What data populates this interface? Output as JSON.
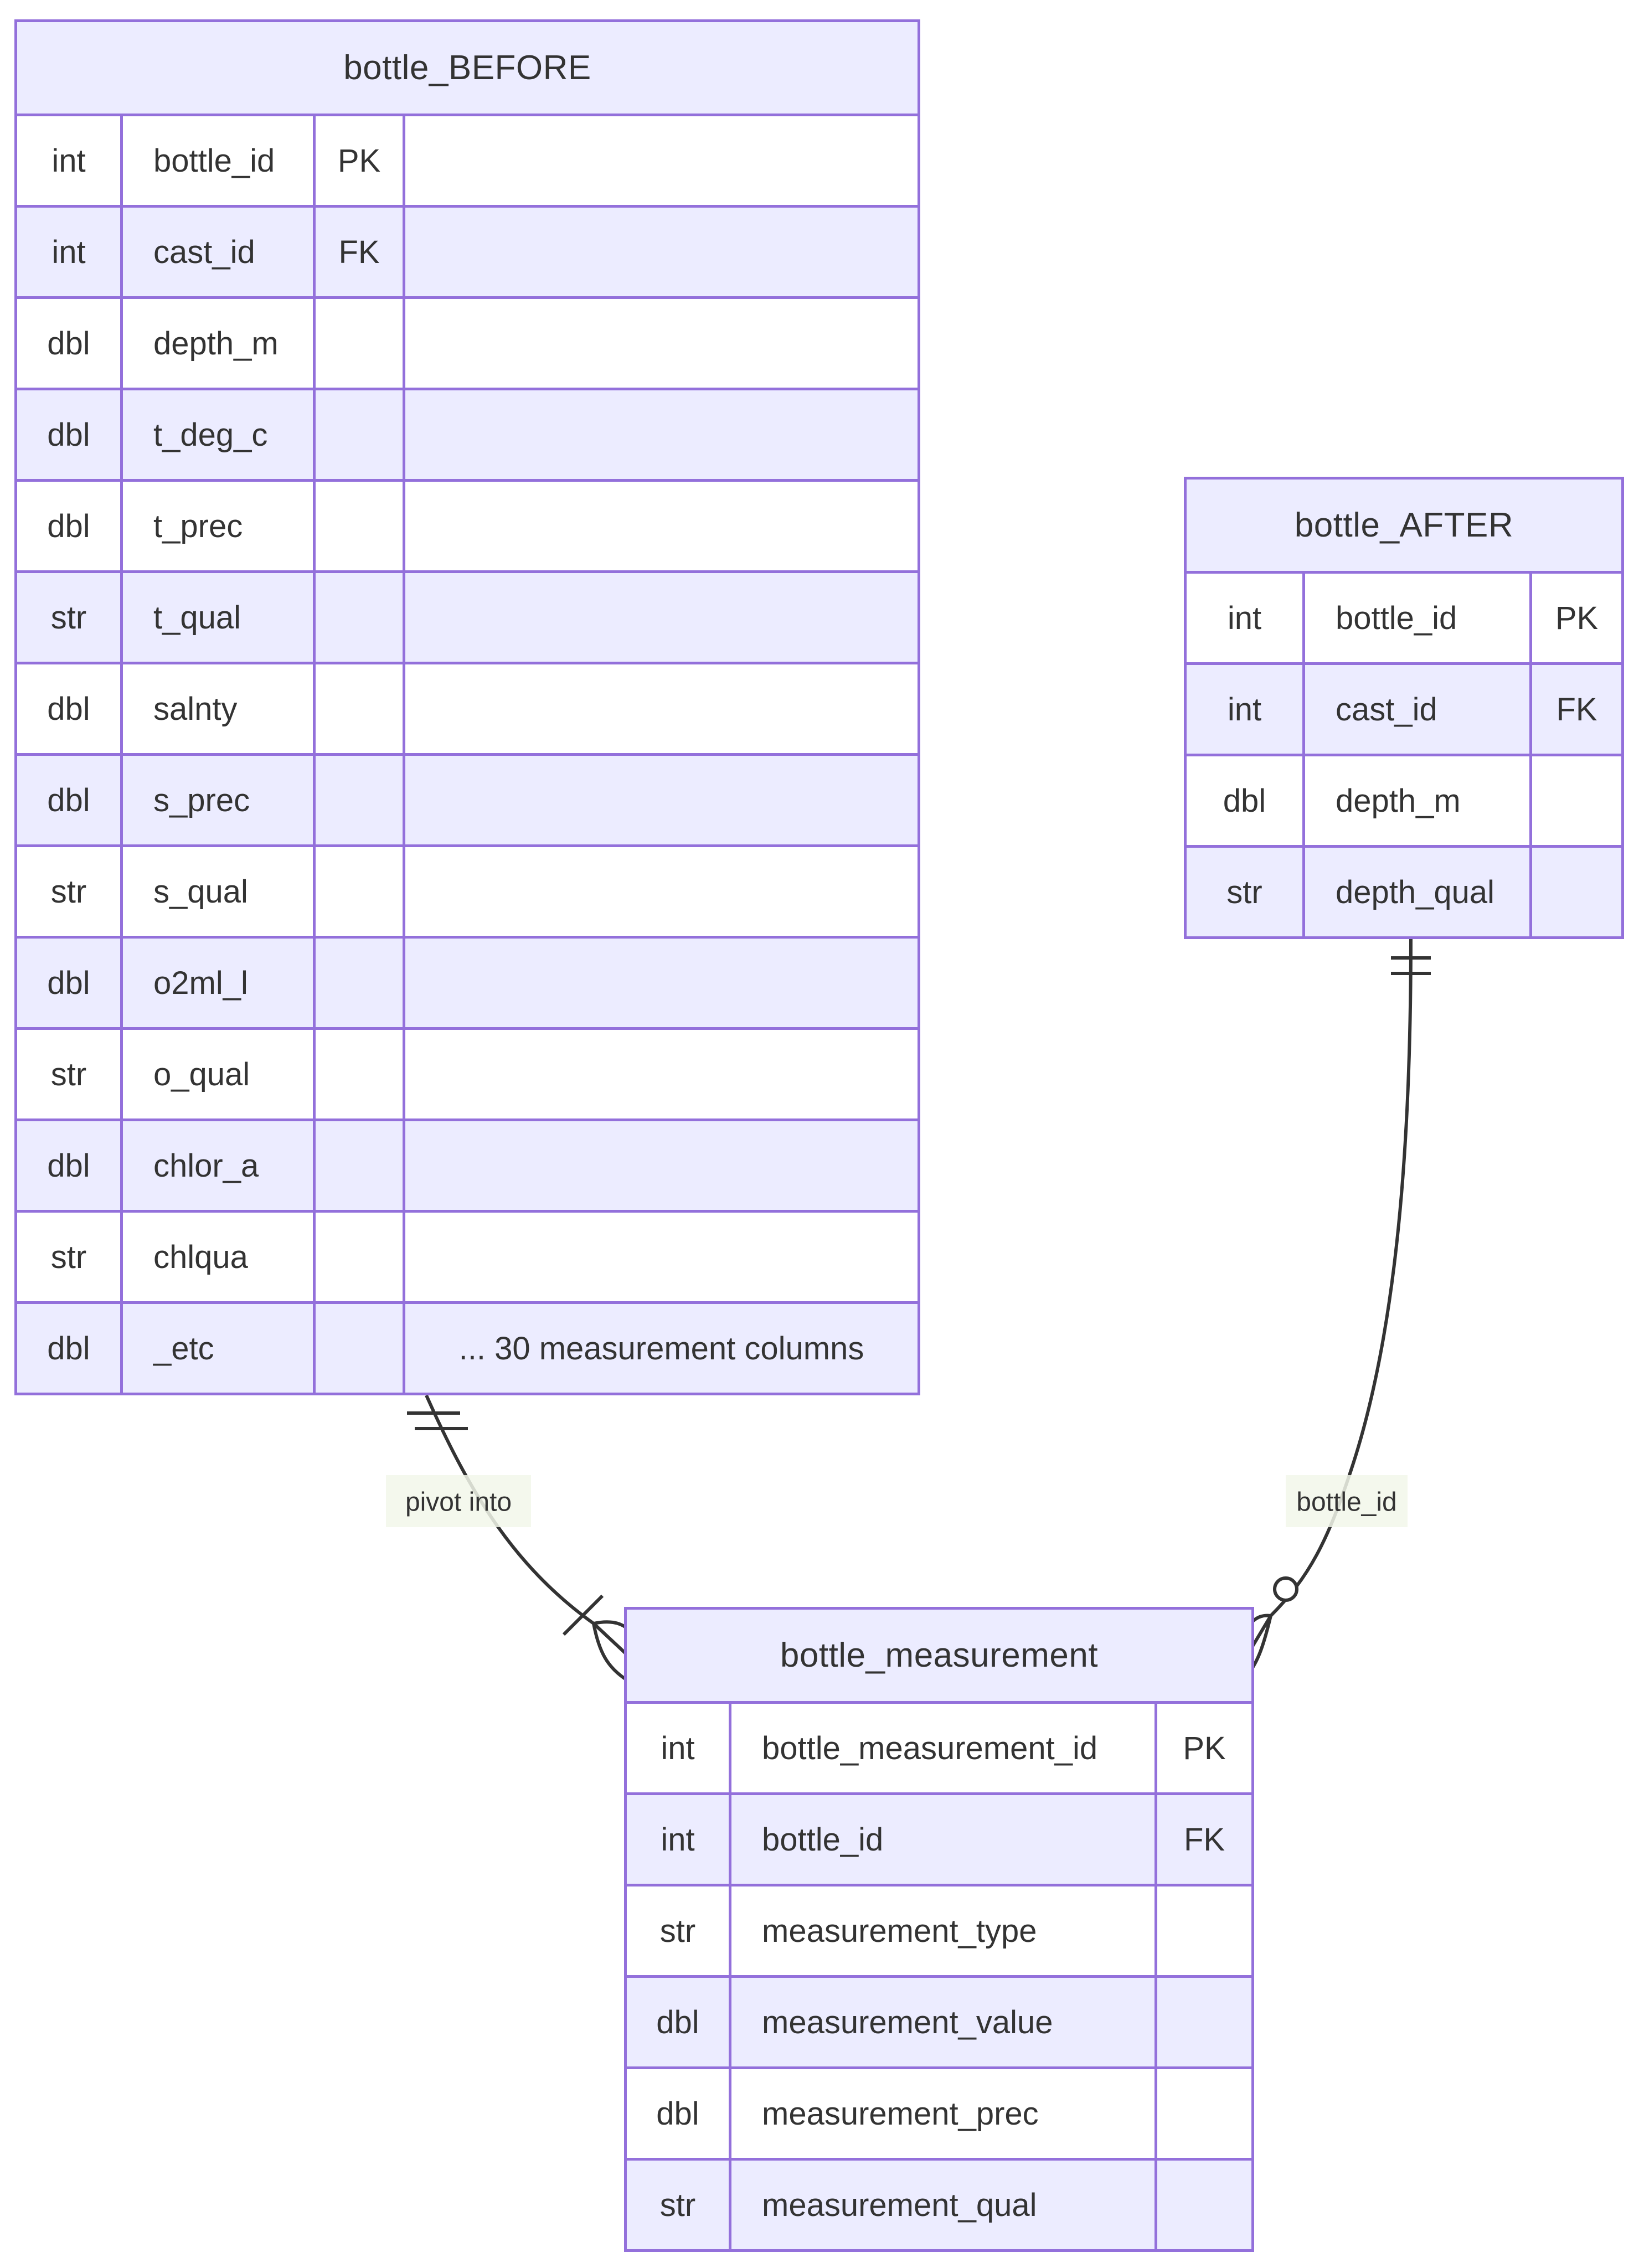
{
  "diagram": {
    "kind": "entity-relationship-diagram",
    "colors": {
      "border": "#9370DB",
      "header_fill": "#ECECFF",
      "row_even_fill": "#ECECFF",
      "row_odd_fill": "#ffffff",
      "text": "#333333",
      "line": "#333333",
      "label_bg": "#f2f7ea"
    },
    "entities": [
      {
        "title": "bottle_BEFORE",
        "columns": [
          "type",
          "name",
          "key",
          "comment"
        ],
        "rows": [
          {
            "type": "int",
            "name": "bottle_id",
            "key": "PK",
            "comment": ""
          },
          {
            "type": "int",
            "name": "cast_id",
            "key": "FK",
            "comment": ""
          },
          {
            "type": "dbl",
            "name": "depth_m",
            "key": "",
            "comment": ""
          },
          {
            "type": "dbl",
            "name": "t_deg_c",
            "key": "",
            "comment": ""
          },
          {
            "type": "dbl",
            "name": "t_prec",
            "key": "",
            "comment": ""
          },
          {
            "type": "str",
            "name": "t_qual",
            "key": "",
            "comment": ""
          },
          {
            "type": "dbl",
            "name": "salnty",
            "key": "",
            "comment": ""
          },
          {
            "type": "dbl",
            "name": "s_prec",
            "key": "",
            "comment": ""
          },
          {
            "type": "str",
            "name": "s_qual",
            "key": "",
            "comment": ""
          },
          {
            "type": "dbl",
            "name": "o2ml_l",
            "key": "",
            "comment": ""
          },
          {
            "type": "str",
            "name": "o_qual",
            "key": "",
            "comment": ""
          },
          {
            "type": "dbl",
            "name": "chlor_a",
            "key": "",
            "comment": ""
          },
          {
            "type": "str",
            "name": "chlqua",
            "key": "",
            "comment": ""
          },
          {
            "type": "dbl",
            "name": "_etc",
            "key": "",
            "comment": "... 30 measurement columns"
          }
        ]
      },
      {
        "title": "bottle_AFTER",
        "columns": [
          "type",
          "name",
          "key"
        ],
        "rows": [
          {
            "type": "int",
            "name": "bottle_id",
            "key": "PK"
          },
          {
            "type": "int",
            "name": "cast_id",
            "key": "FK"
          },
          {
            "type": "dbl",
            "name": "depth_m",
            "key": ""
          },
          {
            "type": "str",
            "name": "depth_qual",
            "key": ""
          }
        ]
      },
      {
        "title": "bottle_measurement",
        "columns": [
          "type",
          "name",
          "key"
        ],
        "rows": [
          {
            "type": "int",
            "name": "bottle_measurement_id",
            "key": "PK"
          },
          {
            "type": "int",
            "name": "bottle_id",
            "key": "FK"
          },
          {
            "type": "str",
            "name": "measurement_type",
            "key": ""
          },
          {
            "type": "dbl",
            "name": "measurement_value",
            "key": ""
          },
          {
            "type": "dbl",
            "name": "measurement_prec",
            "key": ""
          },
          {
            "type": "str",
            "name": "measurement_qual",
            "key": ""
          }
        ]
      }
    ],
    "relationships": [
      {
        "from": "bottle_BEFORE",
        "to": "bottle_measurement",
        "label": "pivot into",
        "from_cardinality": "exactly-one",
        "to_cardinality": "one-or-more"
      },
      {
        "from": "bottle_AFTER",
        "to": "bottle_measurement",
        "label": "bottle_id",
        "from_cardinality": "exactly-one",
        "to_cardinality": "zero-or-more"
      }
    ]
  }
}
